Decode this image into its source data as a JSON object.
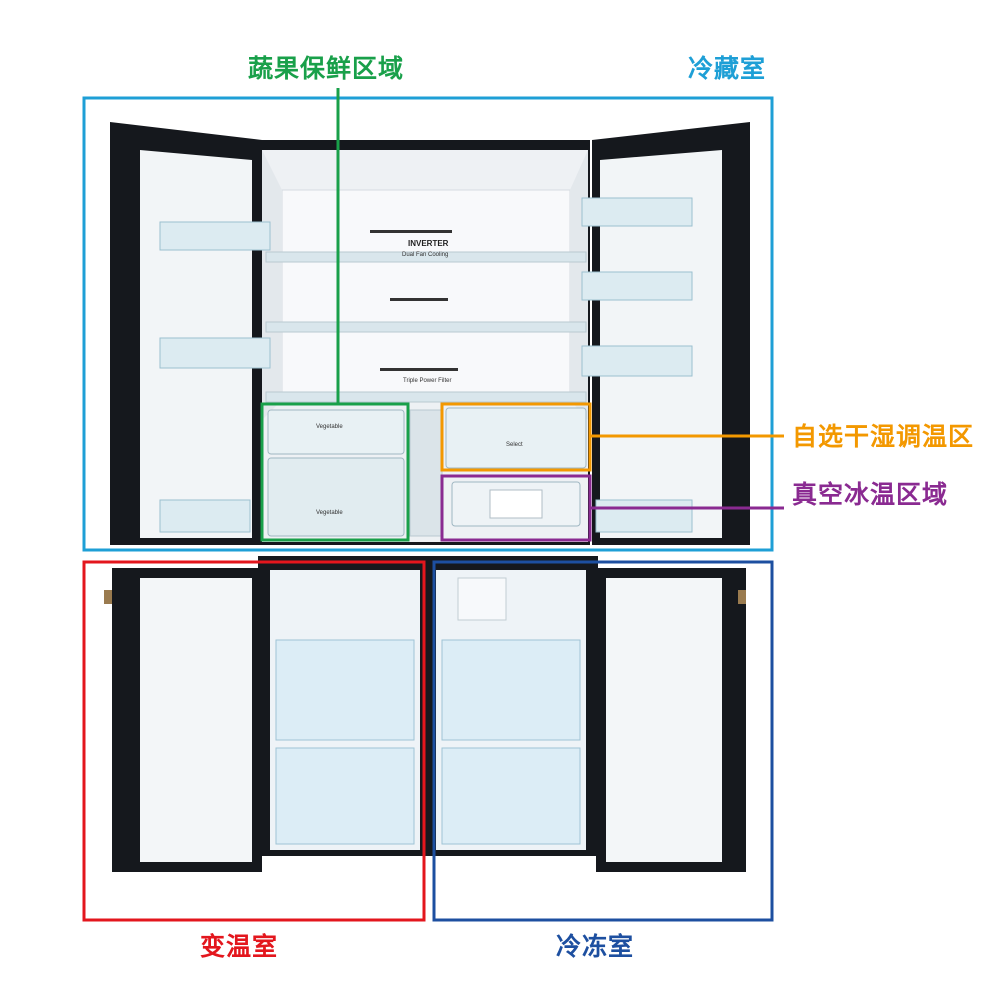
{
  "colors": {
    "fridge": "#1e9fd6",
    "vegetable": "#19a04a",
    "select": "#f39800",
    "vacuum": "#8a2a91",
    "variable": "#e3161d",
    "freezer": "#1d4fa0",
    "body": "#15181d",
    "interior": "#f4f6f8",
    "shelf": "#dde9ef"
  },
  "labels": {
    "fridge": "冷藏室",
    "vegetable": "蔬果保鲜区域",
    "select": "自选干湿调温区",
    "vacuum": "真空冰温区域",
    "variable": "变温室",
    "freezer": "冷冻室"
  },
  "product": {
    "inverter_badge": "INVERTER",
    "fan_text": "Dual Fan Cooling",
    "filter_text": "Triple Power Filter",
    "vegetable_label": "Vegetable",
    "select_label": "Select"
  }
}
